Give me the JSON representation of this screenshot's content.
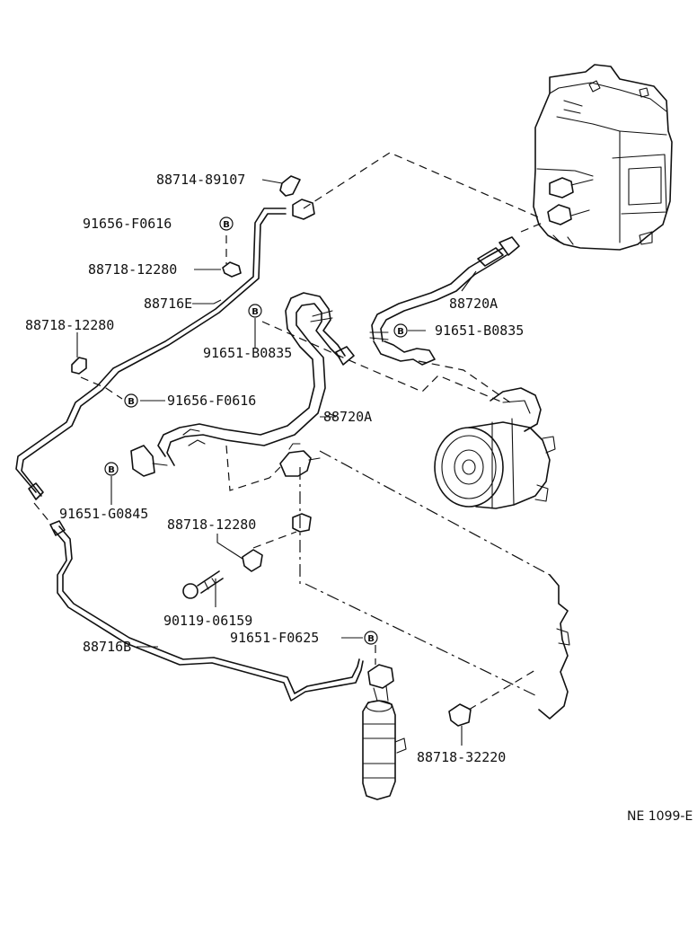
{
  "callout_letter": "B",
  "drawing_code": "NE 1099-E",
  "labels": {
    "p_88714_89107": "88714-89107",
    "p_91656_F0616_top": "91656-F0616",
    "p_88718_12280_top": "88718-12280",
    "p_88716E": "88716E",
    "p_88718_12280_left": "88718-12280",
    "p_91651_B0835_mid": "91651-B0835",
    "p_91656_F0616_mid": "91656-F0616",
    "p_88720A_mid": "88720A",
    "p_88720A_top": "88720A",
    "p_91651_B0835_right": "91651-B0835",
    "p_91651_G0845": "91651-G0845",
    "p_88718_12280_low": "88718-12280",
    "p_90119_06159": "90119-06159",
    "p_91651_F0625": "91651-F0625",
    "p_88716B": "88716B",
    "p_88718_32220": "88718-32220"
  }
}
